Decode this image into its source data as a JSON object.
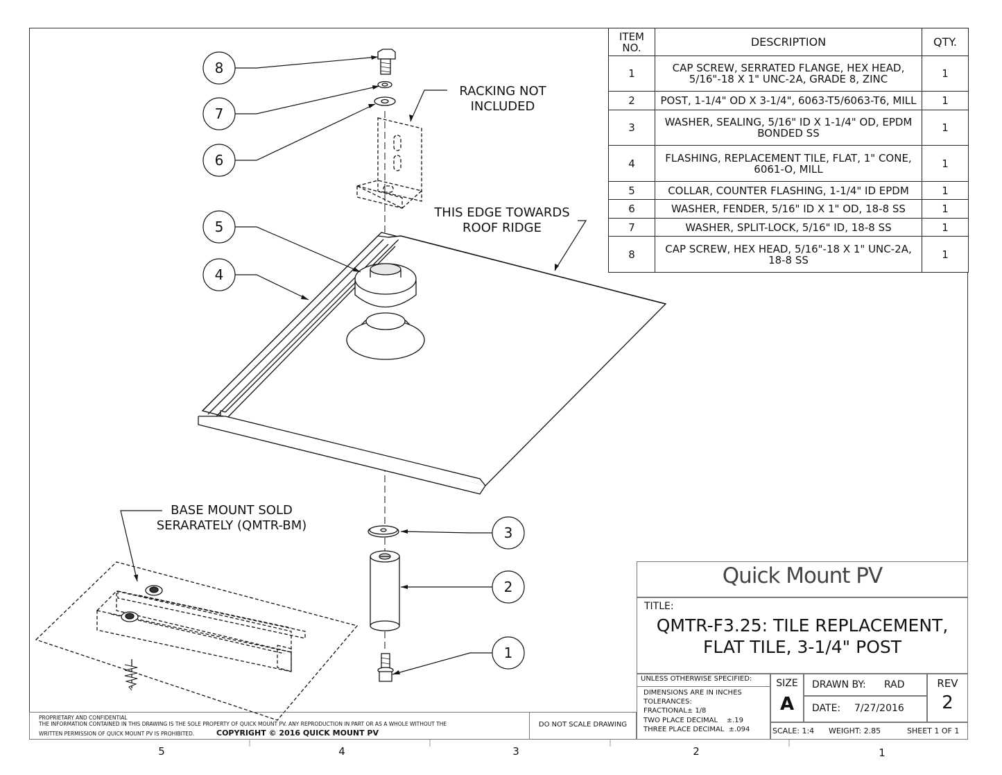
{
  "bom": {
    "headers": {
      "item": "ITEM NO.",
      "description": "DESCRIPTION",
      "qty": "QTY."
    },
    "rows": [
      {
        "item": "1",
        "description": "CAP SCREW, SERRATED FLANGE, HEX HEAD, 5/16\"-18 X 1\" UNC-2A, GRADE 8, ZINC",
        "qty": "1"
      },
      {
        "item": "2",
        "description": "POST, 1-1/4\" OD X 3-1/4\", 6063-T5/6063-T6, MILL",
        "qty": "1"
      },
      {
        "item": "3",
        "description": "WASHER, SEALING,  5/16\" ID X 1-1/4\" OD, EPDM BONDED SS",
        "qty": "1"
      },
      {
        "item": "4",
        "description": "FLASHING, REPLACEMENT TILE, FLAT, 1\" CONE, 6061-O, MILL",
        "qty": "1"
      },
      {
        "item": "5",
        "description": "COLLAR, COUNTER FLASHING, 1-1/4\" ID EPDM",
        "qty": "1"
      },
      {
        "item": "6",
        "description": "WASHER, FENDER, 5/16\" ID X 1\" OD, 18-8 SS",
        "qty": "1"
      },
      {
        "item": "7",
        "description": "WASHER, SPLIT-LOCK, 5/16\" ID, 18-8 SS",
        "qty": "1"
      },
      {
        "item": "8",
        "description": "CAP SCREW, HEX HEAD, 5/16\"-18 X 1\" UNC-2A, 18-8 SS",
        "qty": "1"
      }
    ]
  },
  "balloons": [
    "8",
    "7",
    "6",
    "5",
    "4",
    "3",
    "2",
    "1"
  ],
  "notes": {
    "racking_line1": "RACKING NOT",
    "racking_line2": "INCLUDED",
    "edge_line1": "THIS EDGE TOWARDS",
    "edge_line2": "ROOF RIDGE",
    "base_line1": "BASE MOUNT SOLD",
    "base_line2": "SERARATELY (QMTR-BM)"
  },
  "title_block": {
    "logo": "Quick Mount PV",
    "title_label": "TITLE:",
    "title_line1": "QMTR-F3.25: TILE REPLACEMENT,",
    "title_line2": "FLAT TILE, 3-1/4\" POST",
    "unless": "UNLESS OTHERWISE SPECIFIED:",
    "dims": "DIMENSIONS ARE IN INCHES",
    "tolerances": "TOLERANCES:",
    "fractional": "FRACTIONAL± 1/8",
    "two_place": "TWO PLACE DECIMAL    ±.19",
    "three_place": "THREE PLACE DECIMAL  ±.094",
    "size_label": "SIZE",
    "size_value": "A",
    "drawn_label": "DRAWN BY:",
    "drawn_value": "RAD",
    "date_label": "DATE:",
    "date_value": "7/27/2016",
    "rev_label": "REV",
    "rev_value": "2",
    "scale": "SCALE: 1:4",
    "weight": "WEIGHT: 2.85",
    "sheet": "SHEET 1 OF 1",
    "do_not_scale": "DO NOT SCALE DRAWING"
  },
  "proprietary": {
    "heading": "PROPRIETARY AND CONFIDENTIAL",
    "line1": "THE INFORMATION CONTAINED IN THIS DRAWING IS THE SOLE PROPERTY OF QUICK MOUNT PV.  ANY REPRODUCTION IN PART OR AS A WHOLE WITHOUT THE",
    "line2": "WRITTEN PERMISSION OF QUICK MOUNT PV IS PROHIBITED.",
    "copyright": "COPYRIGHT © 2016 QUICK MOUNT PV"
  },
  "zones": [
    "5",
    "4",
    "3",
    "2",
    "1"
  ]
}
